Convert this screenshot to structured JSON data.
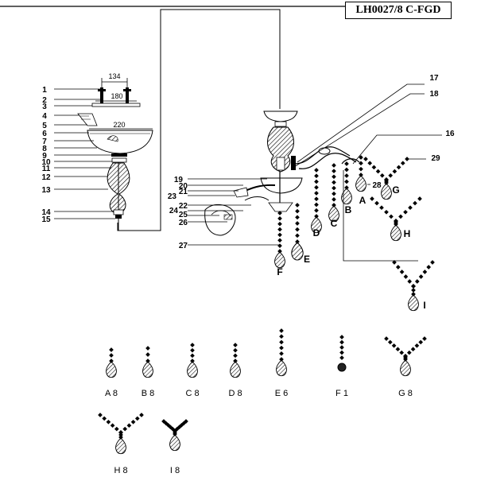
{
  "title": "LH0027/8 C-FGD",
  "dimensions": {
    "d1": "134",
    "d2": "180",
    "d3": "220"
  },
  "part_numbers": [
    "1",
    "2",
    "3",
    "4",
    "5",
    "6",
    "7",
    "8",
    "9",
    "10",
    "11",
    "12",
    "13",
    "14",
    "15",
    "16",
    "17",
    "18",
    "19",
    "20",
    "21",
    "22",
    "23",
    "24",
    "25",
    "26",
    "27",
    "28",
    "29"
  ],
  "pendant_letters": {
    "A": "A",
    "B": "B",
    "C": "C",
    "D": "D",
    "E": "E",
    "F": "F",
    "G": "G",
    "H": "H",
    "I": "I"
  },
  "legend": [
    {
      "label": "A 8"
    },
    {
      "label": "B 8"
    },
    {
      "label": "C 8"
    },
    {
      "label": "D 8"
    },
    {
      "label": "E 6"
    },
    {
      "label": "F 1"
    },
    {
      "label": "G 8"
    },
    {
      "label": "H 8"
    },
    {
      "label": "I 8"
    }
  ]
}
